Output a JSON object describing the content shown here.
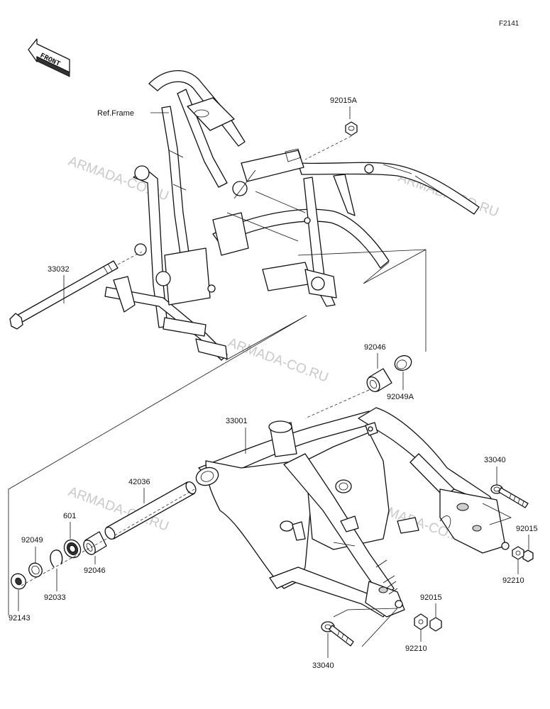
{
  "figure_code": "F2141",
  "front_badge": "FRONT",
  "ref_frame_label": "Ref.Frame",
  "watermarks": [
    "ARMADA-CO.RU",
    "ARMADA-CO.RU",
    "ARMADA-CO.RU",
    "ARMADA-CO.RU",
    "ARMADA-CO.RU"
  ],
  "part_labels": {
    "p92015A": "92015A",
    "p33032": "33032",
    "p92046_top": "92046",
    "p92049A": "92049A",
    "p33001": "33001",
    "p33040_right": "33040",
    "p92015_right": "92015",
    "p92210_right": "92210",
    "p42036": "42036",
    "p601": "601",
    "p92049": "92049",
    "p92143": "92143",
    "p92033": "92033",
    "p92046_bottom": "92046",
    "p92015_bottom": "92015",
    "p92210_bottom": "92210",
    "p33040_bottom": "33040"
  },
  "colors": {
    "line": "#111111",
    "watermark": "#c9c9c9",
    "background": "#ffffff"
  }
}
